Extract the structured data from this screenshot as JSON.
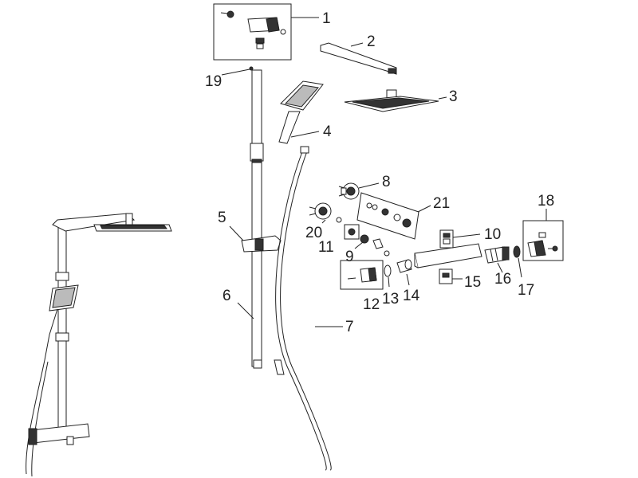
{
  "diagram": {
    "colors": {
      "line": "#222222",
      "chrome_dark": "#333333",
      "chrome_mid": "#bbbbbb"
    },
    "callouts": [
      {
        "id": "1",
        "label": "1"
      },
      {
        "id": "2",
        "label": "2"
      },
      {
        "id": "3",
        "label": "3"
      },
      {
        "id": "4",
        "label": "4"
      },
      {
        "id": "5",
        "label": "5"
      },
      {
        "id": "6",
        "label": "6"
      },
      {
        "id": "7",
        "label": "7"
      },
      {
        "id": "8",
        "label": "8"
      },
      {
        "id": "9",
        "label": "9"
      },
      {
        "id": "10",
        "label": "10"
      },
      {
        "id": "11",
        "label": "11"
      },
      {
        "id": "12",
        "label": "12"
      },
      {
        "id": "13",
        "label": "13"
      },
      {
        "id": "14",
        "label": "14"
      },
      {
        "id": "15",
        "label": "15"
      },
      {
        "id": "16",
        "label": "16"
      },
      {
        "id": "17",
        "label": "17"
      },
      {
        "id": "18",
        "label": "18"
      },
      {
        "id": "19",
        "label": "19"
      },
      {
        "id": "20",
        "label": "20"
      },
      {
        "id": "21",
        "label": "21"
      }
    ]
  }
}
